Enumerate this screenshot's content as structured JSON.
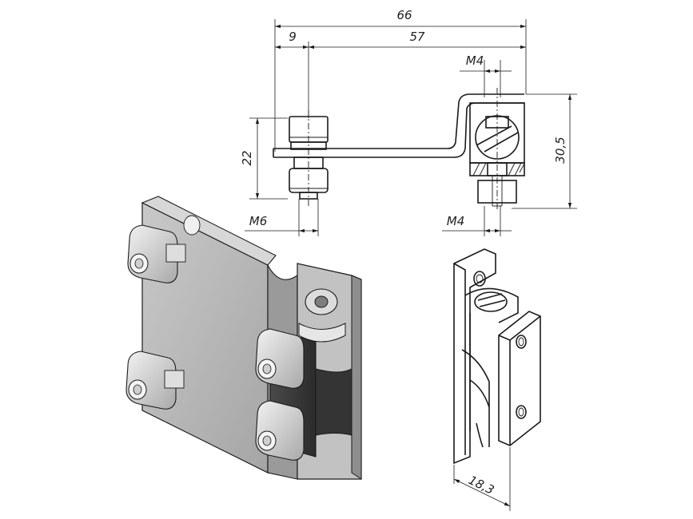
{
  "dimensions": {
    "overall_width": "66",
    "offset_left": "9",
    "offset_right": "57",
    "thread_top": "M4",
    "height_left": "22",
    "height_right": "30,5",
    "thread_left": "M6",
    "thread_bottom": "M4",
    "depth": "18,3"
  },
  "colors": {
    "line": "#1a1a1a",
    "plate": "#b9b9b9",
    "plate_dark": "#8f8f8f",
    "rubber": "#3a3a3a",
    "metal_light": "#e4e4e4"
  }
}
